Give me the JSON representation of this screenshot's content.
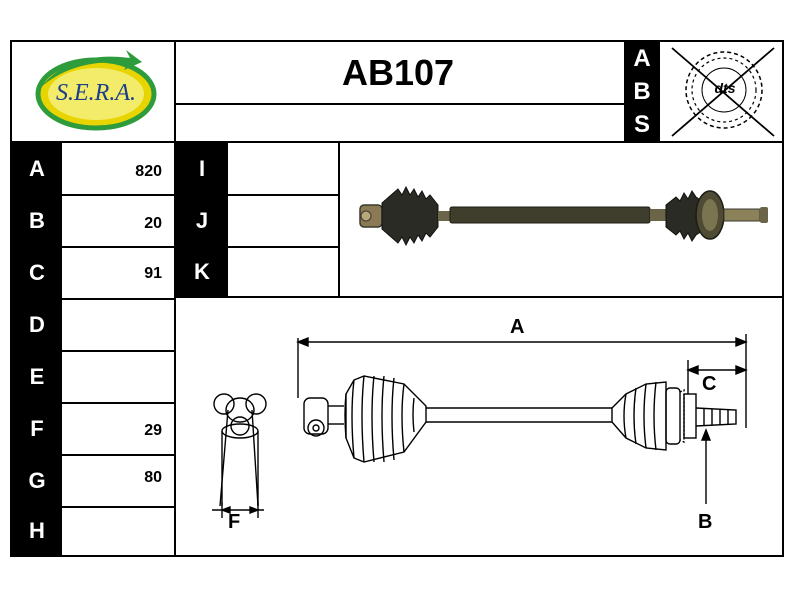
{
  "header": {
    "brand": "S.E.R.A.",
    "part_number": "AB107",
    "abs_letters": [
      "A",
      "B",
      "S"
    ],
    "abs_brand": "dts"
  },
  "specs_left": [
    {
      "label": "A",
      "value": "820"
    },
    {
      "label": "B",
      "value": "20"
    },
    {
      "label": "C",
      "value": "91"
    },
    {
      "label": "D",
      "value": ""
    },
    {
      "label": "E",
      "value": ""
    },
    {
      "label": "F",
      "value": "29"
    },
    {
      "label": "G",
      "value": "80"
    },
    {
      "label": "H",
      "value": ""
    }
  ],
  "specs_mid": [
    {
      "label": "I",
      "value": ""
    },
    {
      "label": "J",
      "value": ""
    },
    {
      "label": "K",
      "value": ""
    }
  ],
  "diagram": {
    "dim_a": "A",
    "dim_b": "B",
    "dim_c": "C",
    "dim_f": "F"
  },
  "colors": {
    "brand_green": "#2e9b3c",
    "brand_yellow": "#e8d400",
    "brand_blue": "#1b3e8c",
    "shaft_dark": "#3a3a30"
  }
}
